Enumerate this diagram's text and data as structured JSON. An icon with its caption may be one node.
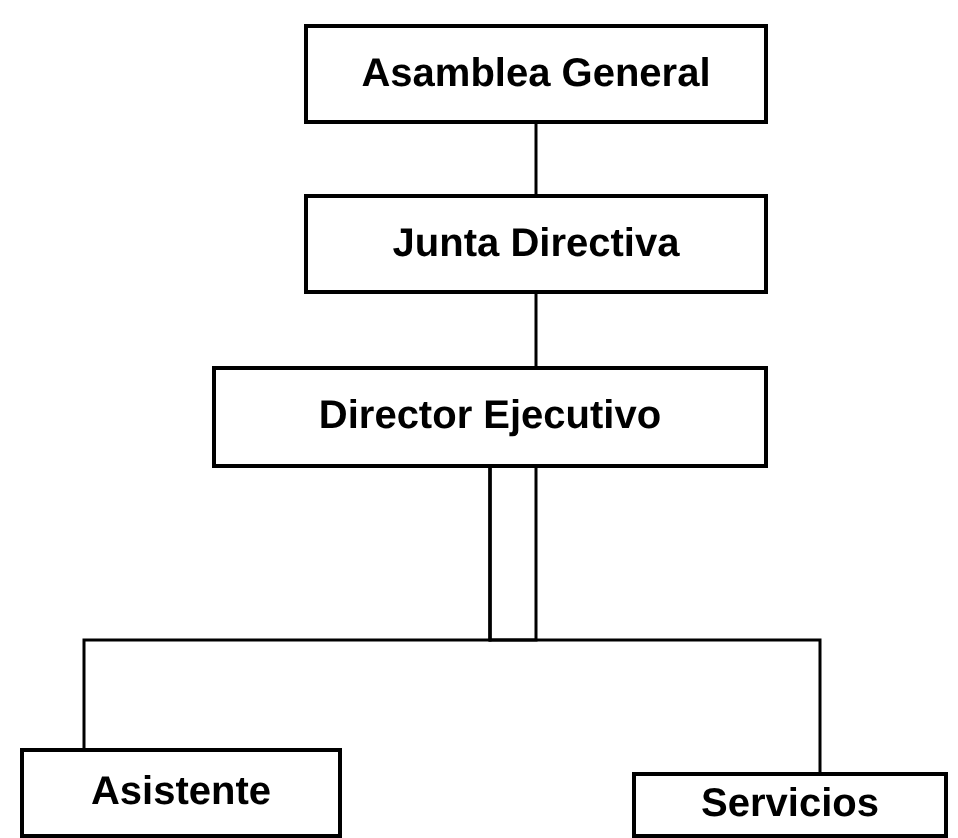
{
  "diagram": {
    "nodes": [
      {
        "text": [
          "Asamblea General"
        ]
      },
      {
        "text": [
          "Junta Directiva"
        ]
      },
      {
        "text": [
          "Director Ejecutivo"
        ]
      },
      {
        "text": [
          "Asistente"
        ]
      },
      {
        "text": [
          "Servicios"
        ]
      }
    ],
    "edges": [
      {
        "from": 0,
        "to": 1,
        "arrow": "none"
      },
      {
        "from": 1,
        "to": 2,
        "arrow": "none"
      },
      {
        "from": 2,
        "to": 3,
        "arrow": "none"
      },
      {
        "from": 2,
        "to": 4,
        "arrow": "none"
      }
    ]
  }
}
